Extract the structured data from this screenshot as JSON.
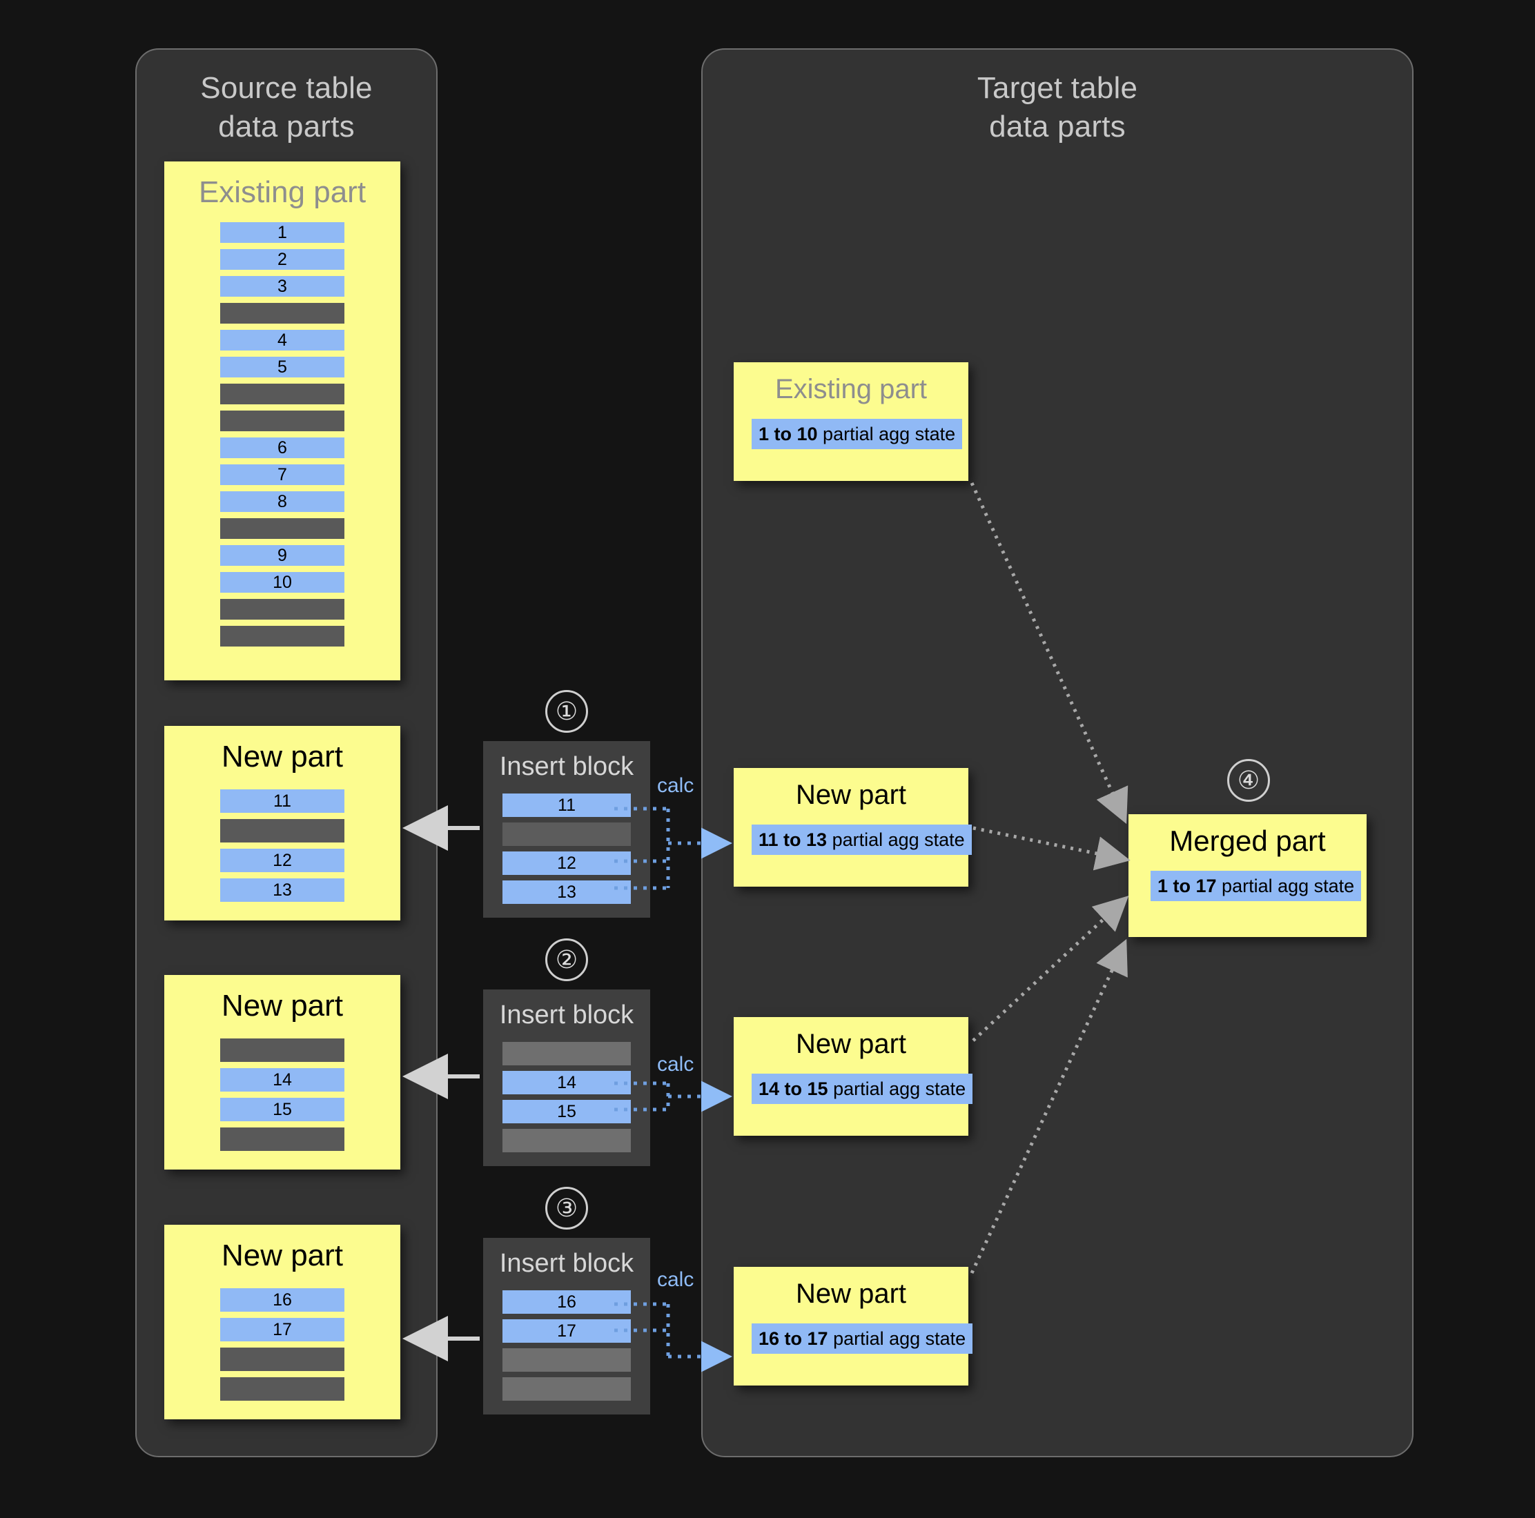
{
  "panels": {
    "source": {
      "title": "Source table\ndata parts"
    },
    "target": {
      "title": "Target table\ndata parts"
    }
  },
  "labels": {
    "existing_part": "Existing part",
    "new_part": "New part",
    "merged_part": "Merged part",
    "insert_block": "Insert block",
    "calc": "calc",
    "agg_suffix": " partial agg state"
  },
  "steps": {
    "one": "①",
    "two": "②",
    "three": "③",
    "four": "④"
  },
  "source_parts": [
    {
      "title": "Existing part",
      "muted": true,
      "rows": [
        "1",
        "2",
        "3",
        "",
        "4",
        "5",
        "",
        "",
        "6",
        "7",
        "8",
        "",
        "9",
        "10",
        "",
        ""
      ]
    },
    {
      "title": "New part",
      "muted": false,
      "rows": [
        "11",
        "",
        "12",
        "13"
      ]
    },
    {
      "title": "New part",
      "muted": false,
      "rows": [
        "",
        "14",
        "15",
        ""
      ]
    },
    {
      "title": "New part",
      "muted": false,
      "rows": [
        "16",
        "17",
        "",
        ""
      ]
    }
  ],
  "insert_blocks": [
    {
      "step": "①",
      "title": "Insert block",
      "calc": "calc",
      "rows": [
        "11",
        "",
        "12",
        "13"
      ]
    },
    {
      "step": "②",
      "title": "Insert block",
      "calc": "calc",
      "rows": [
        "",
        "14",
        "15",
        ""
      ]
    },
    {
      "step": "③",
      "title": "Insert block",
      "calc": "calc",
      "rows": [
        "16",
        "17",
        "",
        ""
      ]
    }
  ],
  "target_parts": [
    {
      "title": "Existing part",
      "muted": true,
      "range": "1 to 10",
      "agg": " partial agg state"
    },
    {
      "title": "New part",
      "muted": false,
      "range": "11 to 13",
      "agg": " partial agg state"
    },
    {
      "title": "New part",
      "muted": false,
      "range": "14 to 15",
      "agg": " partial agg state"
    },
    {
      "title": "New part",
      "muted": false,
      "range": "16 to 17",
      "agg": " partial agg state"
    }
  ],
  "merged_part": {
    "step": "④",
    "title": "Merged part",
    "range": "1 to 17",
    "agg": " partial agg state"
  },
  "colors": {
    "background": "#141414",
    "panel": "#333333",
    "panel_border": "#6d6d6d",
    "part_yellow": "#fcfc8f",
    "row_blue": "#90b9f5",
    "row_gap": "#595959",
    "insert_block": "#3f3f3f",
    "calc_blue": "#8fbcf7",
    "arrow_gray": "#d2d2d2",
    "muted_title": "#8e8e8e"
  }
}
